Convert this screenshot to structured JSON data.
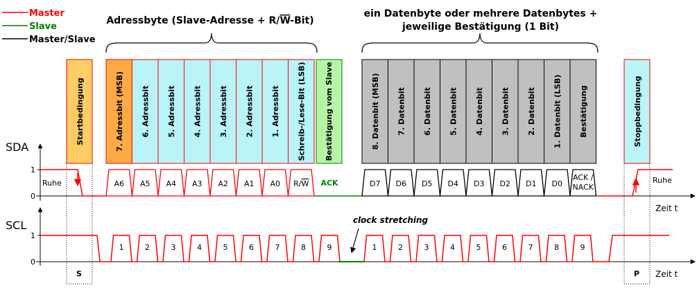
{
  "colors": {
    "master": "#ff0000",
    "slave": "#008000",
    "master_slave": "#000000",
    "start_stop_fill": "#ffcc66",
    "msb_fill": "#ffaa44",
    "address_fill": "#b8f4f8",
    "ack_fill": "#b6f5a6",
    "data_fill": "#c0c0c0"
  },
  "legend": [
    {
      "label": "Master",
      "color": "#ff0000"
    },
    {
      "label": "Slave",
      "color": "#008000"
    },
    {
      "label": "Master/Slave",
      "color": "#000000"
    }
  ],
  "headers": {
    "address": "Adressbyte (Slave-Adresse + R/W-Bit)",
    "address_prefix": "Adressbyte (Slave-Adresse + R/",
    "address_overlined": "W",
    "address_suffix": "-Bit)",
    "data_line1": "ein Datenbyte oder mehrere Datenbytes +",
    "data_line2": "jeweilige Bestätigung (1 Bit)"
  },
  "fields": {
    "start": "Startbedingung",
    "address": [
      "7. Adressbit (MSB)",
      "6. Adressbit",
      "5. Adressbit",
      "4. Adressbit",
      "3. Adressbit",
      "2. Adressbit",
      "1. Adressbit",
      "Schreib-/Lese-Bit (LSB)"
    ],
    "slave_ack": "Bestätigung vom Slave",
    "data": [
      "8. Datenbit (MSB)",
      "7. Datenbit",
      "6. Datenbit",
      "5. Datenbit",
      "4. Datenbit",
      "3. Datenbit",
      "2. Datenbit",
      "1. Datenbit (LSB)",
      "Bestätigung"
    ],
    "stop": "Stoppbedingung"
  },
  "sda": {
    "name": "SDA",
    "high_tick": "1",
    "low_tick": "0",
    "time_label": "Zeit t",
    "idle_left": "Ruhe",
    "idle_right": "Ruhe",
    "address_bits": [
      "A6",
      "A5",
      "A4",
      "A3",
      "A2",
      "A1",
      "A0"
    ],
    "rw_prefix": "R/",
    "rw_overlined": "W",
    "ack": "ACK",
    "data_bits": [
      "D7",
      "D6",
      "D5",
      "D4",
      "D3",
      "D2",
      "D1",
      "D0"
    ],
    "final_ack_line1": "ACK /",
    "final_ack_line2": "NACK"
  },
  "scl": {
    "name": "SCL",
    "high_tick": "1",
    "low_tick": "0",
    "time_label": "Zeit t",
    "clocks_first": [
      "1",
      "2",
      "3",
      "4",
      "5",
      "6",
      "7",
      "8",
      "9"
    ],
    "clocks_second": [
      "1",
      "2",
      "3",
      "4",
      "5",
      "6",
      "7",
      "8",
      "9"
    ],
    "clock_stretching": "clock stretching",
    "start_marker": "S",
    "stop_marker": "P"
  }
}
